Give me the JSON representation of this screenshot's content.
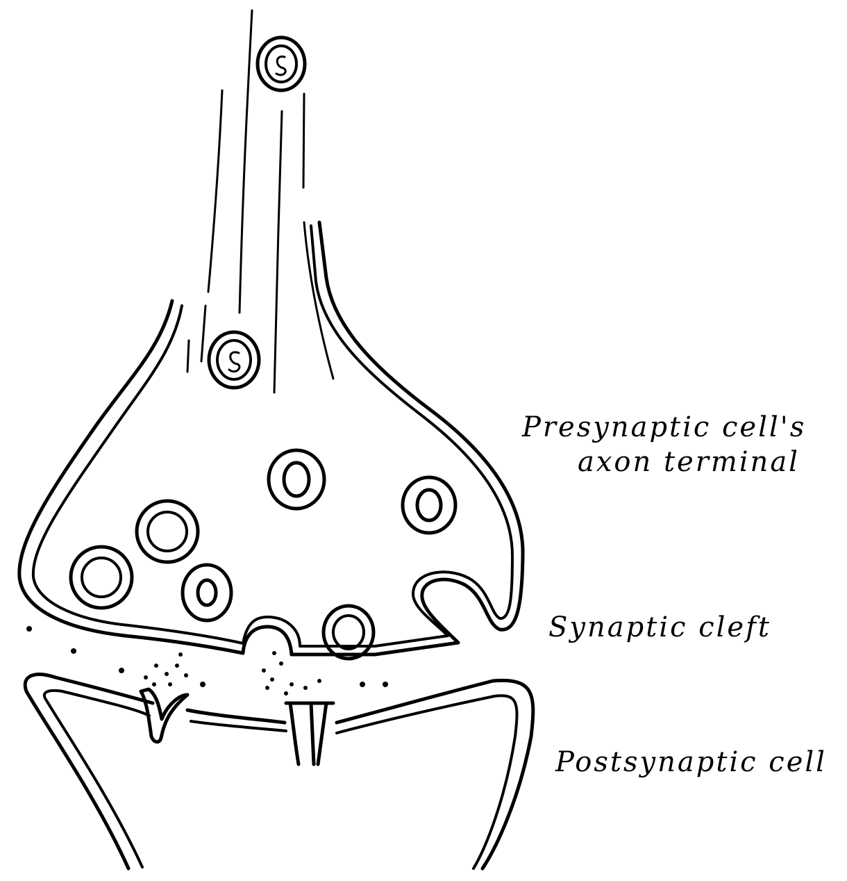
{
  "labels": {
    "presynaptic_line1": "Presynaptic cell's",
    "presynaptic_line2": "axon terminal",
    "synaptic_cleft": "Synaptic cleft",
    "postsynaptic": "Postsynaptic cell"
  },
  "colors": {
    "ink": "#000000",
    "paper": "#ffffff"
  }
}
